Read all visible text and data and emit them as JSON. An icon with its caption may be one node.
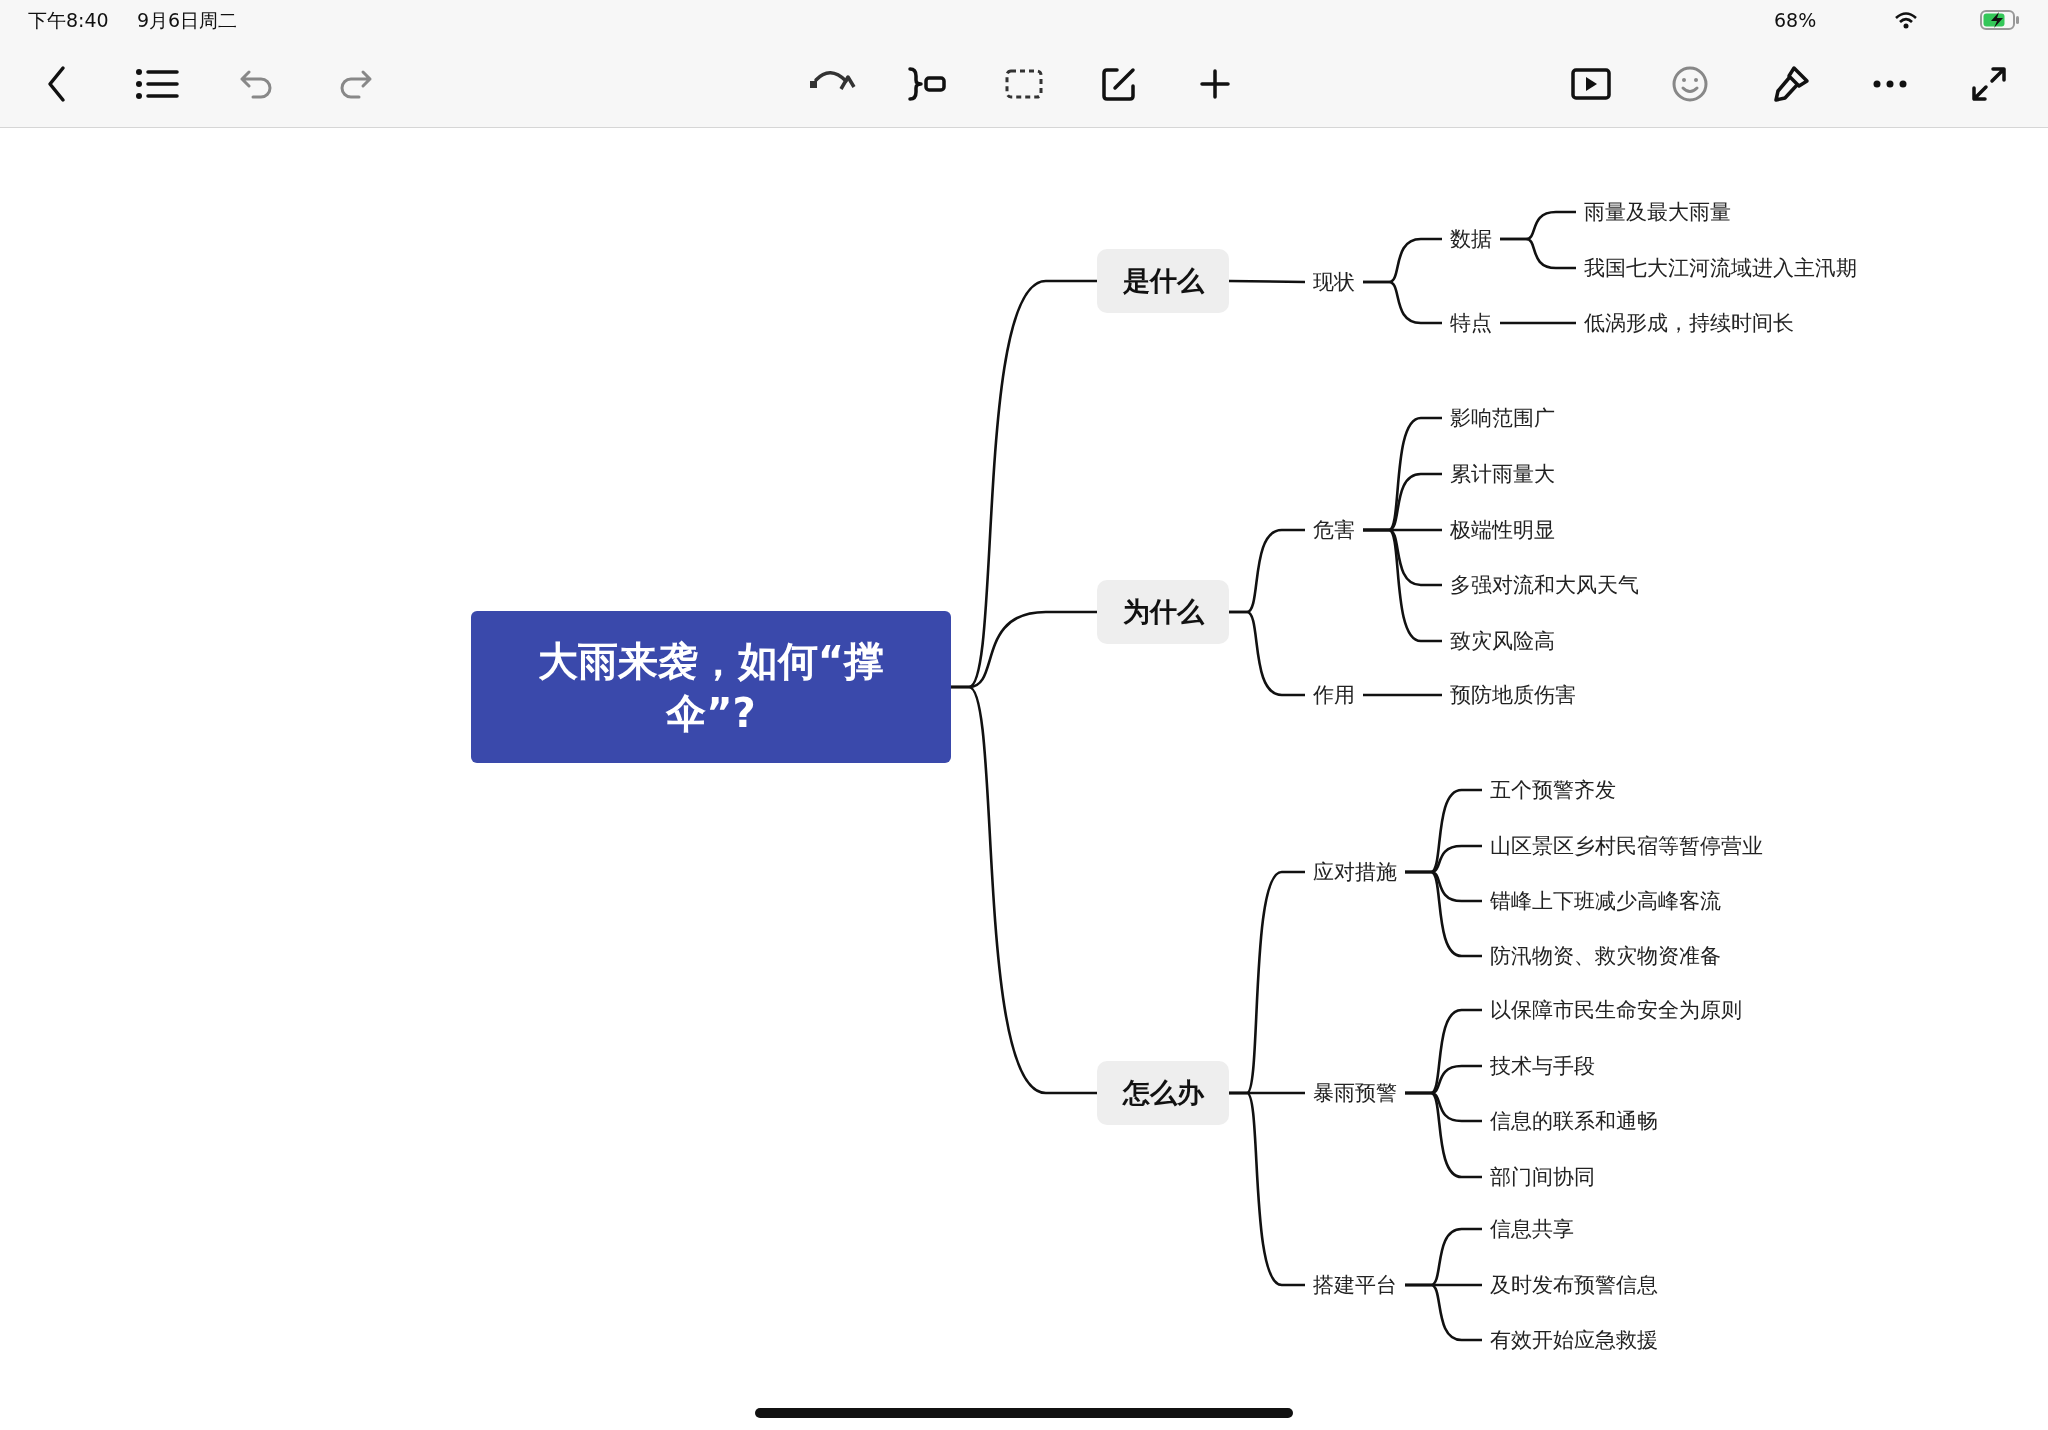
{
  "diagram": {
    "nodes": [
      {
        "text": [
          "大雨来袭，如何“撑伞”?"
        ]
      },
      {
        "text": [
          "是什么"
        ]
      },
      {
        "text": [
          "现状"
        ]
      },
      {
        "text": [
          "数据"
        ]
      },
      {
        "text": [
          "雨量及最大雨量"
        ]
      },
      {
        "text": [
          "我国七大江河流域进入主汛期"
        ]
      },
      {
        "text": [
          "特点"
        ]
      },
      {
        "text": [
          "低涡形成，持续时间长"
        ]
      },
      {
        "text": [
          "为什么"
        ]
      },
      {
        "text": [
          "危害"
        ]
      },
      {
        "text": [
          "影响范围广"
        ]
      },
      {
        "text": [
          "累计雨量大"
        ]
      },
      {
        "text": [
          "极端性明显"
        ]
      },
      {
        "text": [
          "多强对流和大风天气"
        ]
      },
      {
        "text": [
          "致灾风险高"
        ]
      },
      {
        "text": [
          "作用"
        ]
      },
      {
        "text": [
          "预防地质伤害"
        ]
      },
      {
        "text": [
          "怎么办"
        ]
      },
      {
        "text": [
          "应对措施"
        ]
      },
      {
        "text": [
          "五个预警齐发"
        ]
      },
      {
        "text": [
          "山区景区乡村民宿等暂停营业"
        ]
      },
      {
        "text": [
          "错峰上下班减少高峰客流"
        ]
      },
      {
        "text": [
          "防汛物资、救灾物资准备"
        ]
      },
      {
        "text": [
          "暴雨预警"
        ]
      },
      {
        "text": [
          "以保障市民生命安全为原则"
        ]
      },
      {
        "text": [
          "技术与手段"
        ]
      },
      {
        "text": [
          "信息的联系和通畅"
        ]
      },
      {
        "text": [
          "部门间协同"
        ]
      },
      {
        "text": [
          "搭建平台"
        ]
      },
      {
        "text": [
          "信息共享"
        ]
      },
      {
        "text": [
          "及时发布预警信息"
        ]
      },
      {
        "text": [
          "有效开始应急救援"
        ]
      }
    ],
    "edges": [
      {
        "from": 0,
        "to": 1,
        "arrow": "none"
      },
      {
        "from": 1,
        "to": 2,
        "arrow": "none"
      },
      {
        "from": 2,
        "to": 3,
        "arrow": "none"
      },
      {
        "from": 3,
        "to": 4,
        "arrow": "none"
      },
      {
        "from": 3,
        "to": 5,
        "arrow": "none"
      },
      {
        "from": 2,
        "to": 6,
        "arrow": "none"
      },
      {
        "from": 6,
        "to": 7,
        "arrow": "none"
      },
      {
        "from": 0,
        "to": 8,
        "arrow": "none"
      },
      {
        "from": 8,
        "to": 9,
        "arrow": "none"
      },
      {
        "from": 9,
        "to": 10,
        "arrow": "none"
      },
      {
        "from": 9,
        "to": 11,
        "arrow": "none"
      },
      {
        "from": 9,
        "to": 12,
        "arrow": "none"
      },
      {
        "from": 9,
        "to": 13,
        "arrow": "none"
      },
      {
        "from": 9,
        "to": 14,
        "arrow": "none"
      },
      {
        "from": 8,
        "to": 15,
        "arrow": "none"
      },
      {
        "from": 15,
        "to": 16,
        "arrow": "none"
      },
      {
        "from": 0,
        "to": 17,
        "arrow": "none"
      },
      {
        "from": 17,
        "to": 18,
        "arrow": "none"
      },
      {
        "from": 18,
        "to": 19,
        "arrow": "none"
      },
      {
        "from": 18,
        "to": 20,
        "arrow": "none"
      },
      {
        "from": 18,
        "to": 21,
        "arrow": "none"
      },
      {
        "from": 18,
        "to": 22,
        "arrow": "none"
      },
      {
        "from": 17,
        "to": 23,
        "arrow": "none"
      },
      {
        "from": 23,
        "to": 24,
        "arrow": "none"
      },
      {
        "from": 23,
        "to": 25,
        "arrow": "none"
      },
      {
        "from": 23,
        "to": 26,
        "arrow": "none"
      },
      {
        "from": 23,
        "to": 27,
        "arrow": "none"
      },
      {
        "from": 17,
        "to": 28,
        "arrow": "none"
      },
      {
        "from": 28,
        "to": 29,
        "arrow": "none"
      },
      {
        "from": 28,
        "to": 30,
        "arrow": "none"
      },
      {
        "from": 28,
        "to": 31,
        "arrow": "none"
      }
    ],
    "labels": [
      "下午8:40",
      "9月6日周二",
      "68%"
    ]
  }
}
